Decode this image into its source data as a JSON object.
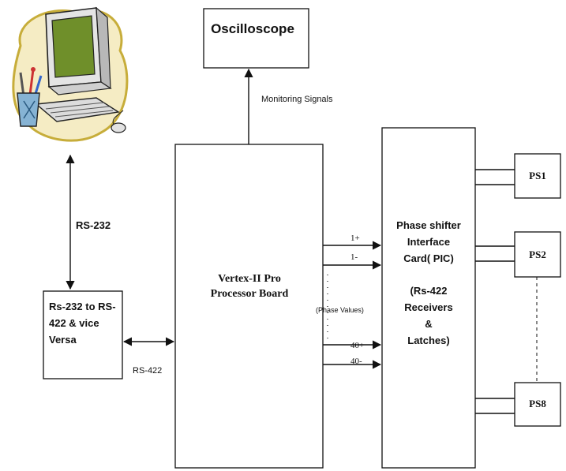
{
  "blocks": {
    "oscilloscope": "Oscilloscope",
    "converter": [
      "Rs-232 to RS-",
      "422 & vice",
      "Versa"
    ],
    "processor": [
      "Vertex-II Pro",
      "Processor Board"
    ],
    "pic": [
      "Phase shifter",
      "Interface",
      "Card( PIC)",
      "(Rs-422",
      "Receivers",
      "&",
      "Latches)"
    ],
    "ps1": "PS1",
    "ps2": "PS2",
    "ps8": "PS8"
  },
  "links": {
    "rs232": "RS-232",
    "rs422": "RS-422",
    "monitoring": "Monitoring Signals",
    "phase_values": "(Phase Values)",
    "line_1p": "1+",
    "line_1m": "1-",
    "line_40p": "40+",
    "line_40m": "40-"
  },
  "icons": {
    "computer": "desktop-computer-clipart-icon"
  },
  "colors": {
    "monitor_screen": "#6f8f2a",
    "blob_fill": "#f5ecc4",
    "blob_outline": "#c7ad3a",
    "pen_cup": "#86b3d4"
  }
}
